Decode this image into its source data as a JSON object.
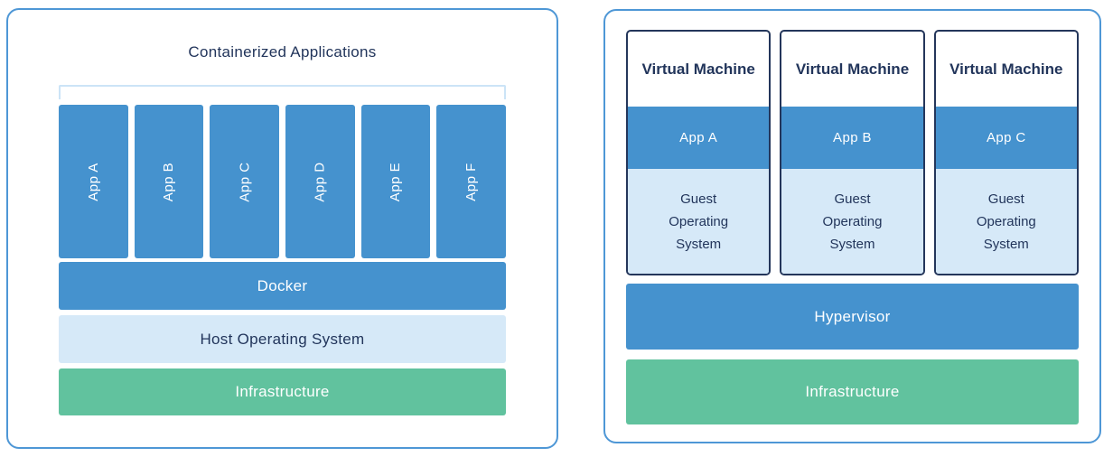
{
  "diagram": {
    "left_panel": {
      "title": "Containerized Applications",
      "apps": [
        "App A",
        "App B",
        "App C",
        "App D",
        "App E",
        "App F"
      ],
      "layers": [
        {
          "label": "Docker",
          "type": "blue"
        },
        {
          "label": "Host Operating System",
          "type": "light"
        },
        {
          "label": "Infrastructure",
          "type": "green"
        }
      ]
    },
    "right_panel": {
      "vms": [
        {
          "title": "Virtual Machine",
          "app": "App A",
          "os": "Guest Operating System"
        },
        {
          "title": "Virtual Machine",
          "app": "App B",
          "os": "Guest Operating System"
        },
        {
          "title": "Virtual Machine",
          "app": "App C",
          "os": "Guest Operating System"
        }
      ],
      "layers": [
        {
          "label": "Hypervisor",
          "type": "blue"
        },
        {
          "label": "Infrastructure",
          "type": "green"
        }
      ]
    },
    "colors": {
      "panel_border": "#4E97D6",
      "block_blue": "#4592CE",
      "block_light_blue": "#D6E9F8",
      "block_green": "#61C29E",
      "text_navy": "#22355B",
      "text_white": "#FFFFFF",
      "bracket_light_blue": "#CCE4F7",
      "vm_card_border": "#24365B"
    }
  }
}
